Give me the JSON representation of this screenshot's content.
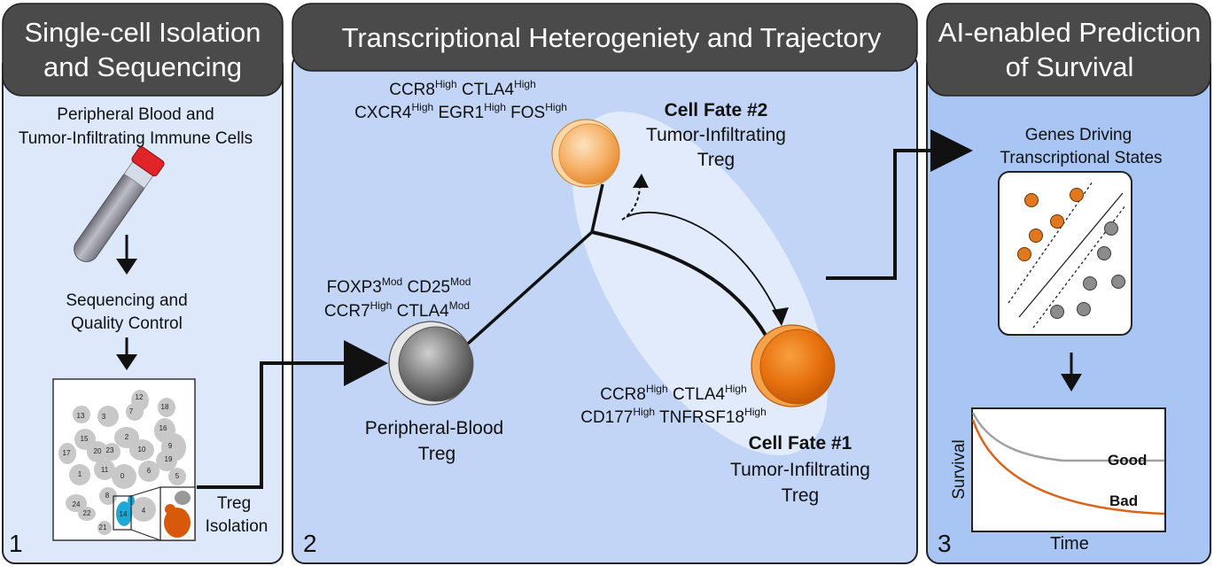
{
  "panels": [
    {
      "number": "1",
      "title_line1": "Single-cell Isolation",
      "title_line2": "and Sequencing"
    },
    {
      "number": "2",
      "title_line1": "Transcriptional Heterogeniety and Trajectory"
    },
    {
      "number": "3",
      "title_line1": "AI-enabled Prediction",
      "title_line2": "of Survival"
    }
  ],
  "panel1": {
    "source_line1": "Peripheral Blood and",
    "source_line2": "Tumor-Infiltrating Immune Cells",
    "step_line1": "Sequencing and",
    "step_line2": "Quality Control",
    "isolation_line1": "Treg",
    "isolation_line2": "Isolation",
    "cluster_labels": [
      "12",
      "18",
      "13",
      "3",
      "7",
      "16",
      "15",
      "2",
      "9",
      "17",
      "20",
      "23",
      "10",
      "19",
      "1",
      "11",
      "0",
      "6",
      "5",
      "8",
      "4",
      "24",
      "22",
      "14",
      "21"
    ]
  },
  "panel2": {
    "pb_markers_line1": {
      "g1": "FOXP3",
      "s1": "Mod",
      "g2": "CD25",
      "s2": "Mod"
    },
    "pb_markers_line2": {
      "g1": "CCR7",
      "s1": "High",
      "g2": "CTLA4",
      "s2": "Mod"
    },
    "pb_label_line1": "Peripheral-Blood",
    "pb_label_line2": "Treg",
    "fate2_markers_line1": {
      "g1": "CCR8",
      "s1": "High",
      "g2": "CTLA4",
      "s2": "High"
    },
    "fate2_markers_line2": {
      "g1": "CXCR4",
      "s1": "High",
      "g2": "EGR1",
      "s2": "High",
      "g3": "FOS",
      "s3": "High"
    },
    "fate2_title": "Cell Fate #2",
    "fate2_line1": "Tumor-Infiltrating",
    "fate2_line2": "Treg",
    "fate1_markers_line1": {
      "g1": "CCR8",
      "s1": "High",
      "g2": "CTLA4",
      "s2": "High"
    },
    "fate1_markers_line2": {
      "g1": "CD177",
      "s1": "High",
      "g2": "TNFRSF18",
      "s2": "High"
    },
    "fate1_title": "Cell Fate #1",
    "fate1_line1": "Tumor-Infiltrating",
    "fate1_line2": "Treg"
  },
  "panel3": {
    "genes_line1": "Genes Driving",
    "genes_line2": "Transcriptional States",
    "good_label": "Good",
    "bad_label": "Bad",
    "ylabel": "Survival",
    "xlabel": "Time"
  },
  "colors": {
    "panel1_bg": "#dde8fb",
    "panel2_bg": "#c3d5f6",
    "panel3_bg": "#a9c5f3",
    "header_bg": "#4a4a4a",
    "orange": "#e0701a",
    "light_orange": "#f4b060",
    "gray_cell": "#8a8a8a",
    "cyan": "#1ea8d8",
    "good_curve": "#a0a0a0",
    "bad_curve": "#d9641a"
  }
}
